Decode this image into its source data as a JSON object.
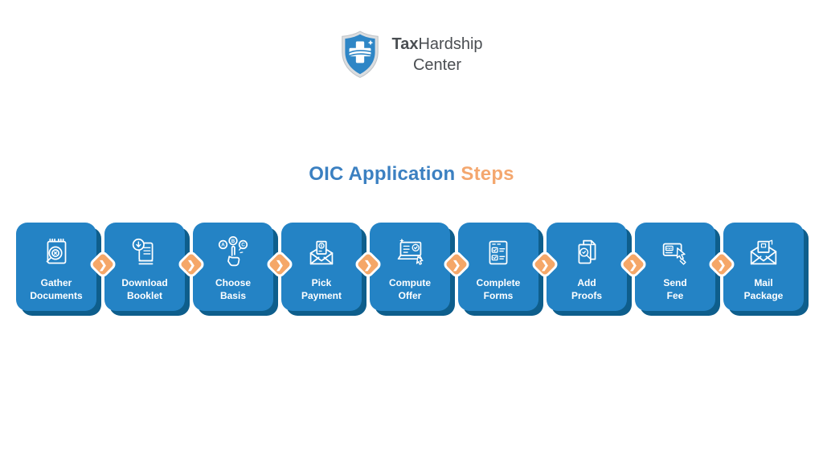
{
  "logo": {
    "icon": "shield-medical-cross-icon",
    "brand_bold": "Tax",
    "brand_rest": "Hardship",
    "brand_line2": "Center"
  },
  "title": {
    "part1": "OIC Application",
    "part2": "Steps"
  },
  "colors": {
    "card": "#2483c5",
    "card_shadow": "#0e5e8c",
    "arrow": "#f5a768",
    "title_blue": "#3b80c1",
    "title_orange": "#f4a76e",
    "label": "#ffffff",
    "shield_blue": "#2e86c6"
  },
  "arrow": {
    "glyph": "❯"
  },
  "steps": [
    {
      "line1": "Gather",
      "line2": "Documents",
      "icon": "search-document-icon"
    },
    {
      "line1": "Download",
      "line2": "Booklet",
      "icon": "download-booklet-icon"
    },
    {
      "line1": "Choose",
      "line2": "Basis",
      "icon": "choose-option-hand-icon"
    },
    {
      "line1": "Pick",
      "line2": "Payment",
      "icon": "payment-envelope-icon"
    },
    {
      "line1": "Compute",
      "line2": "Offer",
      "icon": "computer-checklist-icon"
    },
    {
      "line1": "Complete",
      "line2": "Forms",
      "icon": "forms-checklist-icon"
    },
    {
      "line1": "Add",
      "line2": "Proofs",
      "icon": "documents-magnifier-icon"
    },
    {
      "line1": "Send",
      "line2": "Fee",
      "icon": "pay-card-cursor-icon"
    },
    {
      "line1": "Mail",
      "line2": "Package",
      "icon": "mail-package-icon"
    }
  ]
}
